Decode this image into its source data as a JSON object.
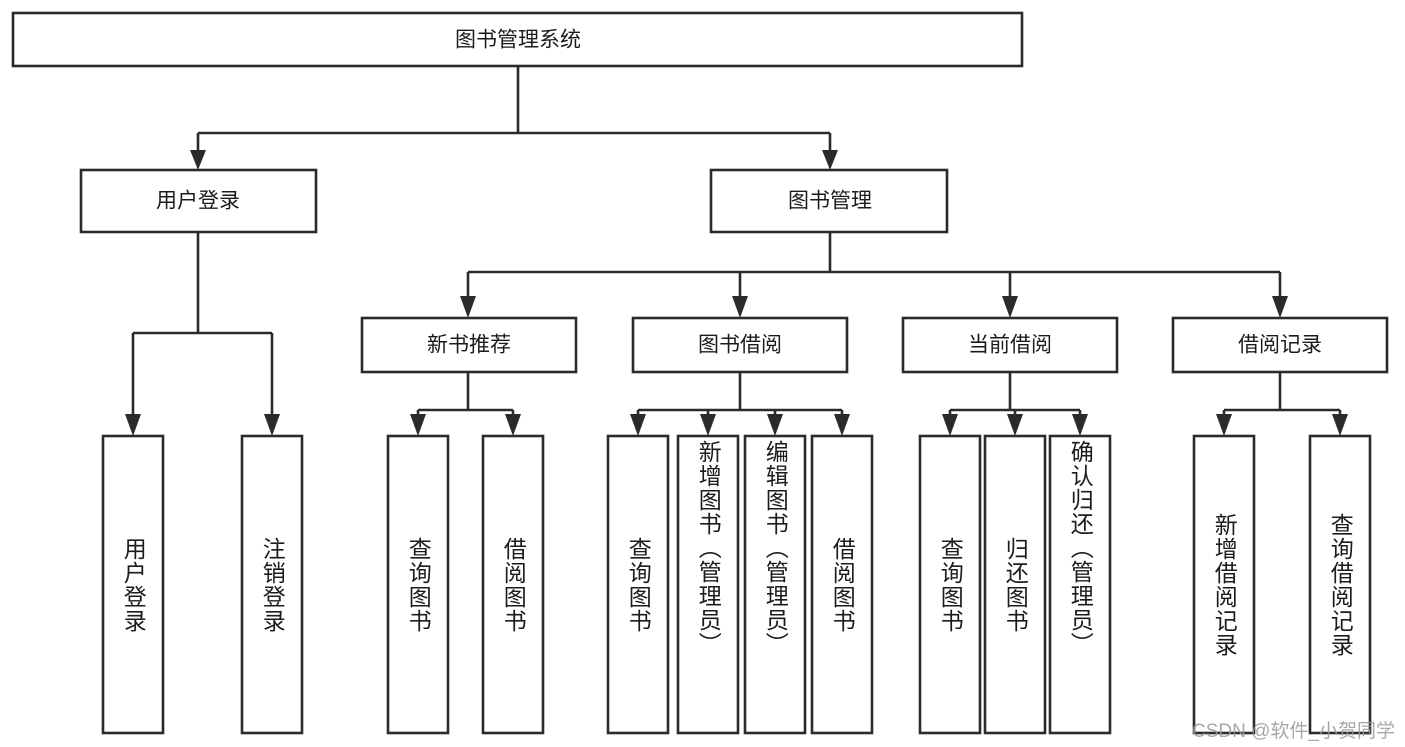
{
  "diagram": {
    "title": "图书管理系统",
    "type": "tree",
    "watermark": "CSDN @软件_小贺同学",
    "colors": {
      "box_stroke": "#2b2b2b",
      "box_fill": "#ffffff",
      "text": "#1c1c1c",
      "background": "#ffffff",
      "watermark": "#9a9a9a"
    },
    "root": {
      "id": "root",
      "label": "图书管理系统"
    },
    "level2": [
      {
        "id": "user-login",
        "label": "用户登录"
      },
      {
        "id": "book-manage",
        "label": "图书管理"
      }
    ],
    "level3": [
      {
        "id": "new-book-recommend",
        "label": "新书推荐",
        "parent": "book-manage"
      },
      {
        "id": "book-borrow",
        "label": "图书借阅",
        "parent": "book-manage"
      },
      {
        "id": "current-borrow",
        "label": "当前借阅",
        "parent": "book-manage"
      },
      {
        "id": "borrow-record",
        "label": "借阅记录",
        "parent": "book-manage"
      }
    ],
    "leaves": [
      {
        "id": "leaf-user-login",
        "label": "用户登录",
        "parent": "user-login"
      },
      {
        "id": "leaf-user-logout",
        "label": "注销登录",
        "parent": "user-login"
      },
      {
        "id": "leaf-query-book-1",
        "label": "查询图书",
        "parent": "new-book-recommend"
      },
      {
        "id": "leaf-borrow-book-1",
        "label": "借阅图书",
        "parent": "new-book-recommend"
      },
      {
        "id": "leaf-query-book-2",
        "label": "查询图书",
        "parent": "book-borrow"
      },
      {
        "id": "leaf-add-book",
        "label": "新增图书（管理员）",
        "parent": "book-borrow"
      },
      {
        "id": "leaf-edit-book",
        "label": "编辑图书（管理员）",
        "parent": "book-borrow"
      },
      {
        "id": "leaf-borrow-book-2",
        "label": "借阅图书",
        "parent": "book-borrow"
      },
      {
        "id": "leaf-query-book-3",
        "label": "查询图书",
        "parent": "current-borrow"
      },
      {
        "id": "leaf-return-book",
        "label": "归还图书",
        "parent": "current-borrow"
      },
      {
        "id": "leaf-confirm-return",
        "label": "确认归还（管理员）",
        "parent": "current-borrow"
      },
      {
        "id": "leaf-add-record",
        "label": "新增借阅记录",
        "parent": "borrow-record"
      },
      {
        "id": "leaf-query-record",
        "label": "查询借阅记录",
        "parent": "borrow-record"
      }
    ]
  }
}
